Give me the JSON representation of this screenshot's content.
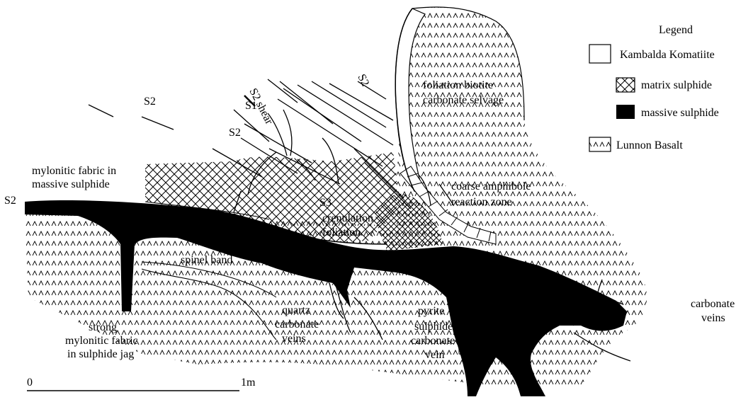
{
  "labels": {
    "s2_shear": "S2 shear",
    "s2_top_right": "S2",
    "s2_left": "S2",
    "s1": "S1",
    "s2_mid": "S2",
    "mylonitic_1": "mylonitic fabric in",
    "mylonitic_2": "massive sulphide",
    "s2_edge": "S2",
    "s3": "S3",
    "crenulation_1": "crenulation",
    "crenulation_2": "foliation",
    "foliation_1": "foliation biotite",
    "foliation_2": "carbonate selvage",
    "amphibole_1": "coarse amphibole",
    "amphibole_2": "reaction zone",
    "spinel": "spinel band",
    "strong_1": "strong",
    "strong_2": "mylonitic fabric",
    "strong_3": "in sulphide jag",
    "quartz_1": "quartz",
    "quartz_2": "carbonate",
    "quartz_3": "veins",
    "pyrite": "pyrite",
    "sulphide_1": "sulphide",
    "sulphide_2": "carbonate",
    "sulphide_3": "vein",
    "carbonate_1": "carbonate",
    "carbonate_2": "veins"
  },
  "legend": {
    "title": "Legend",
    "items": [
      {
        "label": "Kambalda Komatiite",
        "key": "komatiite"
      },
      {
        "label": "matrix sulphide",
        "key": "matrix"
      },
      {
        "label": "massive sulphide",
        "key": "massive"
      },
      {
        "label": "Lunnon Basalt",
        "key": "basalt"
      }
    ]
  },
  "scale": {
    "start": "0",
    "end": "1m"
  }
}
